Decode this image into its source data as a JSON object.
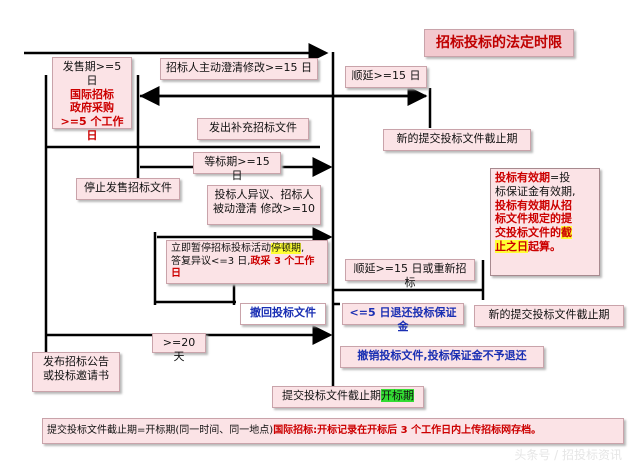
{
  "title": "招标投标的法定时限",
  "sale": {
    "l1": "发售期>=5 日",
    "l2": "国际招标",
    "l3": "政府采购",
    "l4": ">=5 个工作日"
  },
  "clarify_active": "招标人主动澄清修改>=15 日",
  "extend1": "顺延>=15 日",
  "supplement": "发出补充招标文件",
  "new_deadline1": "新的提交投标文件截止期",
  "wait_period": "等标期>=15 日",
  "stop_sale": "停止发售招标文件",
  "objection": {
    "l1": "投标人异议、招标人",
    "l2": "被动澄清 修改>=10"
  },
  "validity": {
    "l1_red": "投标有效期",
    "l1_rest": "=投",
    "l2": "标保证金有效期,",
    "l3": "投标有效期从招",
    "l4": "标文件规定的提",
    "l5a": "交投标文件的",
    "l5b": "截",
    "l6a": "止之日",
    "l6b": "起算。"
  },
  "suspend": {
    "l1a": "立即暂停招标投标活动",
    "l1b": "停顿期",
    "l1c": ",",
    "l2a": "答复异议<=3 日,",
    "l2b": "政采 3 个工作日"
  },
  "extend2": "顺延>=15 日或重新招标",
  "withdraw": {
    "a": "撤回",
    "b": "投标文件"
  },
  "refund": {
    "a": "<=5 日退还投标保证金",
    "b": ""
  },
  "new_deadline2": "新的提交投标文件截止期",
  "twenty_days": ">=20 天",
  "publish": {
    "l1": "发布招标公告",
    "l2": "或投标邀请书"
  },
  "revoke": {
    "a": "撤销",
    "b": "投标文件,投标保证金不予退还"
  },
  "submit_deadline": {
    "a": "提交投标文件截止期",
    "b": "开标期"
  },
  "footer": {
    "a": "提交投标文件截止期=开标期(同一时间、同一地点)",
    "b": "国际招标:开标记录在开标后 3 个工作日内上传招标网存档。"
  },
  "watermark": "头条号 / 招投标资讯",
  "colors": {
    "box_fill": "#fbe3e6",
    "emphasis_red": "#cc0000",
    "emphasis_blue": "#1a2fb3",
    "highlight_yellow": "#ffff33",
    "highlight_green": "#33dd33"
  }
}
